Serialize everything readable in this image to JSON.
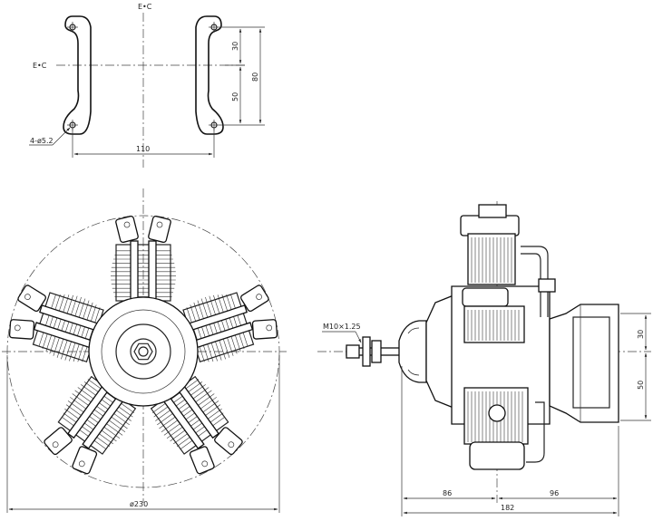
{
  "top_view": {
    "ec_vertical": "E•C",
    "ec_horizontal": "E•C",
    "dim_30": "30",
    "dim_50": "50",
    "dim_80": "80",
    "dim_110": "110",
    "hole_callout": "4-ø5.2"
  },
  "front_view": {
    "dim_diameter": "ø230"
  },
  "side_view": {
    "thread_callout": "M10×1.25",
    "dim_30": "30",
    "dim_50": "50",
    "dim_86": "86",
    "dim_96": "96",
    "dim_182": "182"
  }
}
